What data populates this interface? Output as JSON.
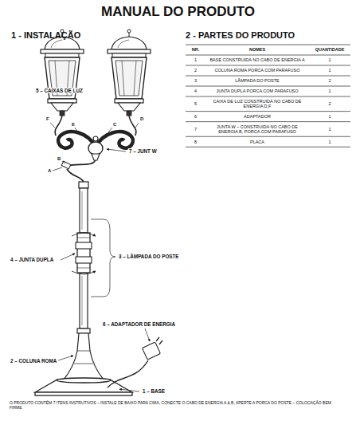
{
  "diagram": {
    "title": "MANUAL DO PRODUTO",
    "labels": [
      "1 - INSTALAÇÃO",
      "2 - PARTES DO PRODUTO",
      "5 – CAIXAS DE LUZ",
      "F",
      "E",
      "C",
      "D",
      "7 – JUNT W",
      "A",
      "B",
      "4 – JUNTA DUPLA",
      "3 – LÂMPADA DO POSTE",
      "6 – ADAPTADOR DE ENERGIA",
      "2 – COLUNA ROMA",
      "1 – BASE",
      "NR.",
      "NOMES",
      "QUANTIDADE",
      "1",
      "BASE CONSTRUIDA NO CABO DE ENERGIA A",
      "1",
      "2",
      "COLUNA ROMA PORCA COM PARAFUSO",
      "1",
      "3",
      "LÂMPADA DO POSTE",
      "2",
      "4",
      "JUNTA DUPLA PORCA COM PARAFUSO",
      "1",
      "5",
      "CAIXA DE LUZ CONSTRUIDA NO CABO DE ENERGIA D,F",
      "2",
      "6",
      "ADAPTADOR",
      "1",
      "7",
      "JUNTA W – CONSTRUIDA NO CABO DE ENERGIA B, PORCA COM PARAFUSO",
      "1",
      "8",
      "PLACA",
      "1",
      "O PRODUTO CONTÉM 7 ITENS INSTRUTIVOS – INSTALE DE BAIXO PARA CIMA, CONECTE O CABO DE ENERGIA A & B, APERTE A PORCA DO POSTE – COLOCAÇÃO BEM FIRME"
    ]
  }
}
